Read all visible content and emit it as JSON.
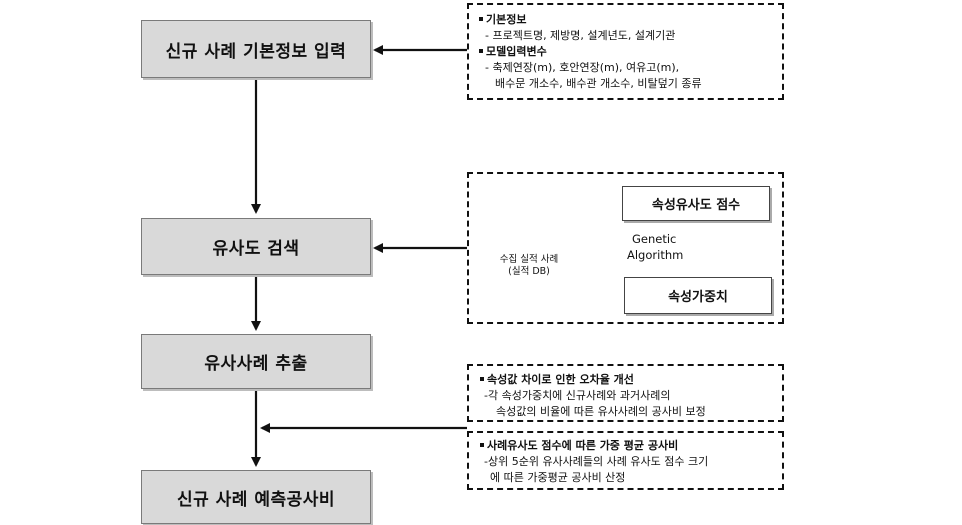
{
  "steps": {
    "step1": "신규 사례 기본정보 입력",
    "step2": "유사도 검색",
    "step3": "유사사례 추출",
    "step4": "신규 사례 예측공사비"
  },
  "note_basic": {
    "heading1": "기본정보",
    "line1": "- 프로젝트명, 제방명, 설계년도, 설계기관",
    "heading2": "모델입력변수",
    "line2": "- 축제연장(m),    호안연장(m),     여유고(m),",
    "line3": "배수문 개소수, 배수관 개소수, 비탈덮기 종류"
  },
  "search_panel": {
    "db_line1": "수집 실적 사례",
    "db_line2": "(실적 DB)",
    "similarity_score": "속성유사도 점수",
    "attribute_weight": "속성가중치",
    "algo_line1": "Genetic",
    "algo_line2": "Algorithm"
  },
  "note_error": {
    "heading": "속성값 차이로 인한 오차율 개선",
    "line1": "-각 속성가중치에 신규사례와 과거사례의",
    "line2": "속성값의 비율에 따른 유사사례의 공사비 보정"
  },
  "note_weighted": {
    "heading": "사례유사도 점수에 따른 가중 평균 공사비",
    "line1": "-상위 5순위 유사사례들의 사례 유사도 점수 크기",
    "line2": "에 따른 가중평균 공사비 산정"
  }
}
